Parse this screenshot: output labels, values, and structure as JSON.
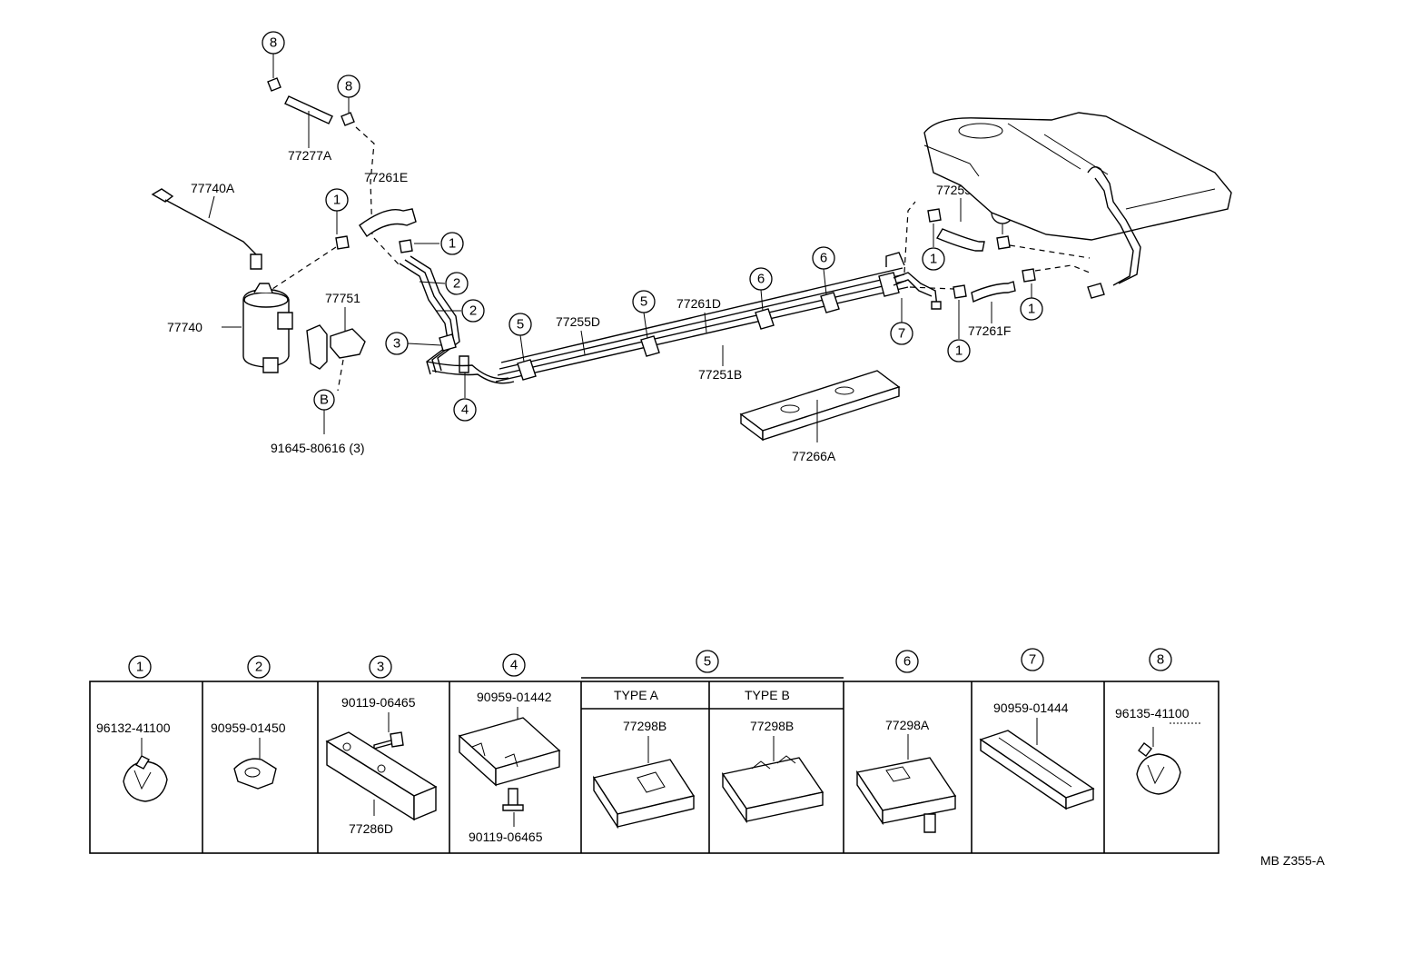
{
  "diagram": {
    "top_labels": {
      "p77277A": "77277A",
      "p77261E": "77261E",
      "p77740A": "77740A",
      "p77740": "77740",
      "p77751": "77751",
      "p91645": "91645-80616 (3)",
      "p77255D": "77255D",
      "p77261D": "77261D",
      "p77251B": "77251B",
      "p77266A": "77266A",
      "p77255F": "77255F",
      "p77261F": "77261F"
    },
    "callouts": {
      "one": "1",
      "two": "2",
      "three": "3",
      "four": "4",
      "five": "5",
      "six": "6",
      "seven": "7",
      "eight": "8",
      "b": "B"
    },
    "table": {
      "col1": {
        "num": "1",
        "part": "96132-41100"
      },
      "col2": {
        "num": "2",
        "part": "90959-01450"
      },
      "col3": {
        "num": "3",
        "part_top": "90119-06465",
        "part_bottom": "77286D"
      },
      "col4": {
        "num": "4",
        "part_top": "90959-01442",
        "part_bottom": "90119-06465"
      },
      "col5": {
        "num": "5",
        "type_a": "TYPE A",
        "type_b": "TYPE B",
        "part_a": "77298B",
        "part_b": "77298B"
      },
      "col6": {
        "num": "6",
        "part": "77298A"
      },
      "col7": {
        "num": "7",
        "part": "90959-01444"
      },
      "col8": {
        "num": "8",
        "part": "96135-41100"
      }
    },
    "footer_code": "MB  Z355-A"
  }
}
